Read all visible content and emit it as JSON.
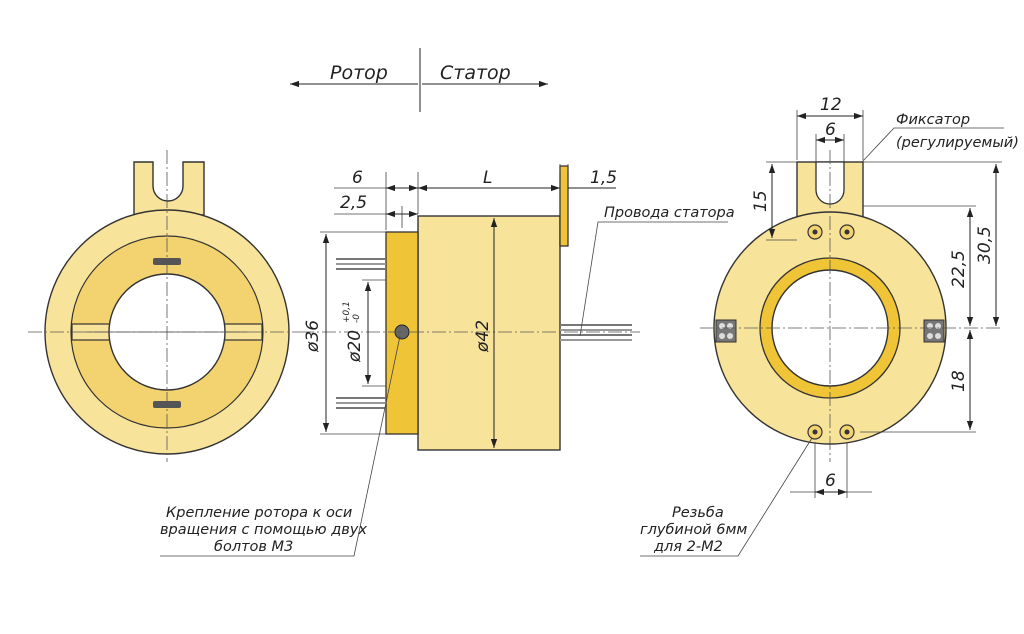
{
  "header": {
    "rotor": "Ротор",
    "stator": "Статор"
  },
  "dimensions": {
    "d6_top": "6",
    "d2_5": "2,5",
    "dL": "L",
    "d1_5": "1,5",
    "d36": "ø36",
    "d20": "ø20",
    "d20_tol_upper": "+0,1",
    "d20_tol_lower": "-0",
    "d42": "ø42",
    "d12": "12",
    "d6_fix": "6",
    "d15": "15",
    "d30_5": "30,5",
    "d22_5": "22,5",
    "d18": "18",
    "d6_bottom": "6"
  },
  "callouts": {
    "stator_wires": "Провода статора",
    "fixator_line1": "Фиксатор",
    "fixator_line2": "(регулируемый)",
    "rotor_mount_line1": "Крепление ротора к оси",
    "rotor_mount_line2": "вращения с помощью двух",
    "rotor_mount_line3": "болтов М3",
    "thread_line1": "Резьба",
    "thread_line2": "глубиной 6мм",
    "thread_line3": "для 2-М2"
  },
  "colors": {
    "body": "#f8e39a",
    "ring": "#f3d370",
    "flange": "#f0c437",
    "line": "#222222"
  }
}
